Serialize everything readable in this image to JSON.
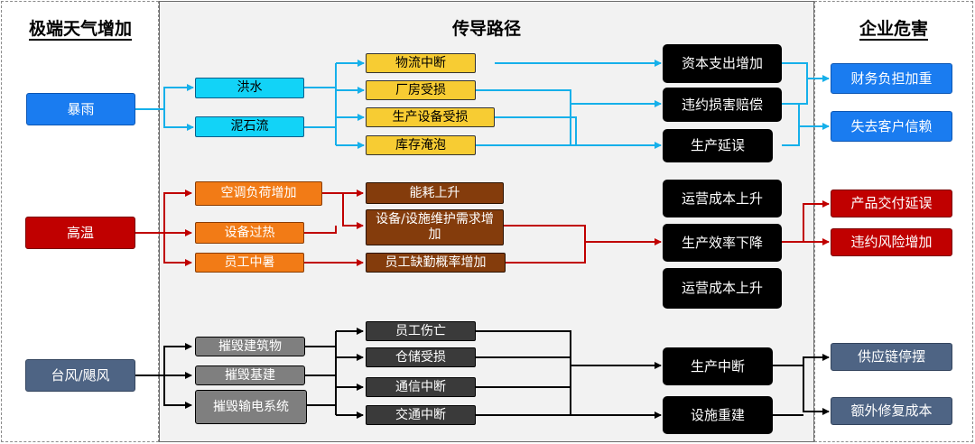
{
  "titles": {
    "left": "极端天气增加",
    "middle": "传导路径",
    "right": "企业危害"
  },
  "colors": {
    "blue": "#1a7cf0",
    "cyan": "#12d3f7",
    "yellow": "#f7cc33",
    "red": "#c00000",
    "orange": "#f27b16",
    "brown": "#843c0c",
    "slate": "#4e6484",
    "grey": "#7f7f7f",
    "black": "#000000",
    "wire_blue": "#16b0ea",
    "wire_red": "#c00000",
    "wire_black": "#000000"
  },
  "nodes": {
    "rainstorm": "暴雨",
    "flood": "洪水",
    "mudslide": "泥石流",
    "logistics_interrupt": "物流中断",
    "plant_damage": "厂房受损",
    "equipment_damage": "生产设备受损",
    "inventory_flood": "库存淹泡",
    "capex_increase": "资本支出增加",
    "breach_compensation": "违约损害赔偿",
    "production_delay": "生产延误",
    "financial_burden": "财务负担加重",
    "customer_trust_loss": "失去客户信赖",
    "heat": "高温",
    "ac_load": "空调负荷增加",
    "equipment_overheat": "设备过热",
    "staff_heatstroke": "员工中暑",
    "energy_rise": "能耗上升",
    "maintenance_demand": "设备/设施维护需求增加",
    "absence_rate": "员工缺勤概率增加",
    "opcost_rise_1": "运营成本上升",
    "efficiency_drop": "生产效率下降",
    "opcost_rise_2": "运营成本上升",
    "delivery_delay": "产品交付延误",
    "breach_risk": "违约风险增加",
    "typhoon": "台风/飓风",
    "destroy_buildings": "摧毁建筑物",
    "destroy_infrastructure": "摧毁基建",
    "destroy_power": "摧毁输电系统",
    "staff_casualty": "员工伤亡",
    "warehouse_damage": "仓储受损",
    "comm_interrupt": "通信中断",
    "traffic_interrupt": "交通中断",
    "production_halt": "生产中断",
    "facility_rebuild": "设施重建",
    "supply_chain_halt": "供应链停摆",
    "extra_repair_cost": "额外修复成本"
  }
}
